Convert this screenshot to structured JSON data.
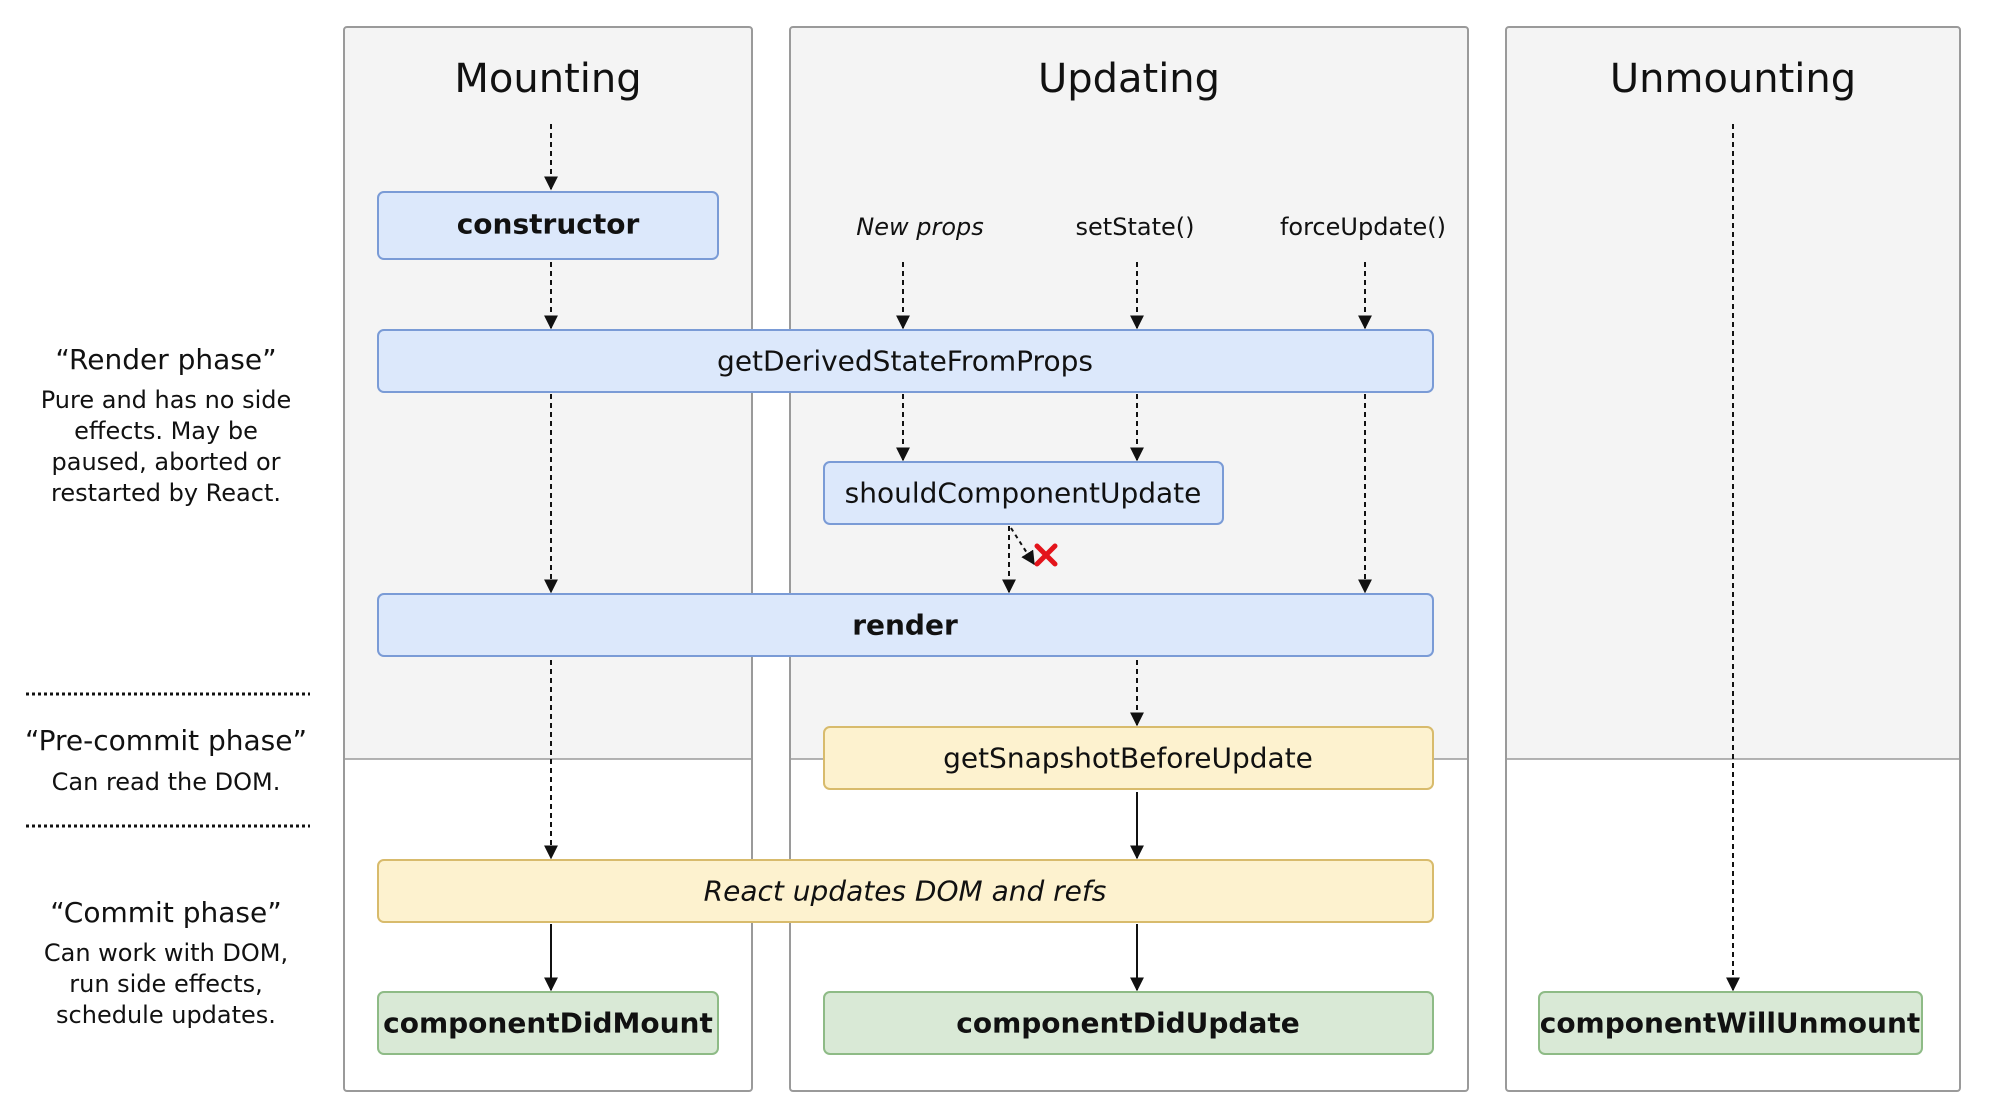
{
  "columns": {
    "mounting": "Mounting",
    "updating": "Updating",
    "unmounting": "Unmounting"
  },
  "triggers": {
    "new_props": "New props",
    "set_state": "setState()",
    "force_update": "forceUpdate()"
  },
  "methods": {
    "constructor": "constructor",
    "get_derived_state": "getDerivedStateFromProps",
    "should_component_update": "shouldComponentUpdate",
    "render": "render",
    "get_snapshot": "getSnapshotBeforeUpdate",
    "react_updates": "React updates DOM and refs",
    "component_did_mount": "componentDidMount",
    "component_did_update": "componentDidUpdate",
    "component_will_unmount": "componentWillUnmount"
  },
  "phases": {
    "render": {
      "title": "“Render phase”",
      "desc": [
        "Pure and has no side",
        "effects. May be",
        "paused, aborted or",
        "restarted by React."
      ]
    },
    "precommit": {
      "title": "“Pre-commit phase”",
      "desc": [
        "Can read the DOM."
      ]
    },
    "commit": {
      "title": "“Commit phase”",
      "desc": [
        "Can work with DOM,",
        "run side effects,",
        "schedule updates."
      ]
    }
  },
  "colors": {
    "render_box_fill": "#dce8fb",
    "render_box_stroke": "#7a9bd6",
    "commit_box_fill": "#fdf2cf",
    "commit_box_stroke": "#d8bb6c",
    "done_box_fill": "#d9e9d6",
    "done_box_stroke": "#8ebb86",
    "panel_fill": "#f4f4f4",
    "panel_stroke": "#9a9a9a",
    "cancel_mark": "#e3141b"
  }
}
